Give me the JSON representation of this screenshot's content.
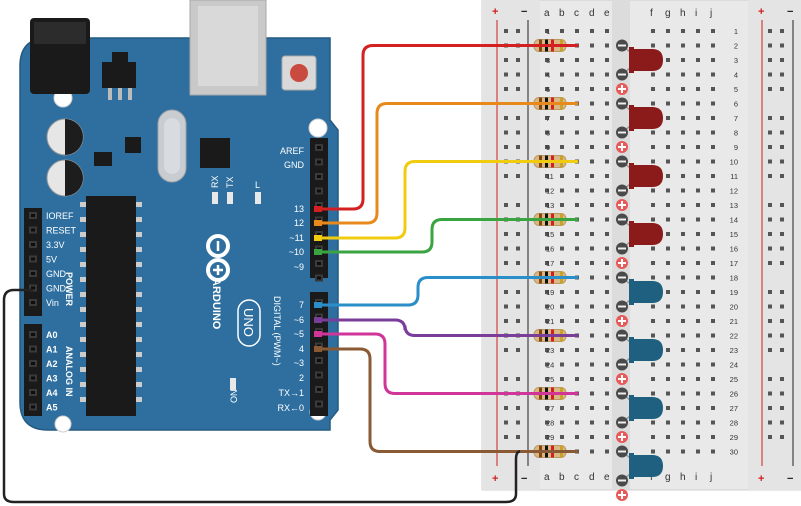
{
  "board": {
    "brand": "ARDUINO",
    "model": "UNO",
    "power_header_title": "POWER",
    "analog_header_title": "ANALOG IN",
    "digital_header_title": "DIGITAL (PWM~)",
    "on_label": "ON",
    "led_l_label": "L",
    "rx_label": "RX",
    "tx_label": "TX",
    "power_pins": [
      "IOREF",
      "RESET",
      "3.3V",
      "5V",
      "GND",
      "GND",
      "Vin"
    ],
    "analog_pins": [
      "A0",
      "A1",
      "A2",
      "A3",
      "A4",
      "A5"
    ],
    "digital_top_pins": [
      "AREF",
      "GND",
      "13",
      "12",
      "~11",
      "~10",
      "~9"
    ],
    "digital_bottom_pins": [
      "7",
      "~6",
      "~5",
      "4",
      "~3",
      "2",
      "TX→1",
      "RX←0"
    ]
  },
  "breadboard": {
    "columns_left": [
      "a",
      "b",
      "c",
      "d",
      "e"
    ],
    "columns_right": [
      "f",
      "g",
      "h",
      "i",
      "j"
    ],
    "rail_plus": "+",
    "rail_minus": "−",
    "row_count": 30
  },
  "components": {
    "red_leds": 4,
    "blue_leds": 4,
    "resistors": 8,
    "led_colors": {
      "red": "#8b1a1a",
      "blue": "#1f5f80"
    },
    "wire_colors": [
      "#d42020",
      "#e8891c",
      "#f0cc10",
      "#3aa540",
      "#2a8ec8",
      "#7a3d9a",
      "#d0359a",
      "#8a5a35",
      "#222222"
    ]
  }
}
